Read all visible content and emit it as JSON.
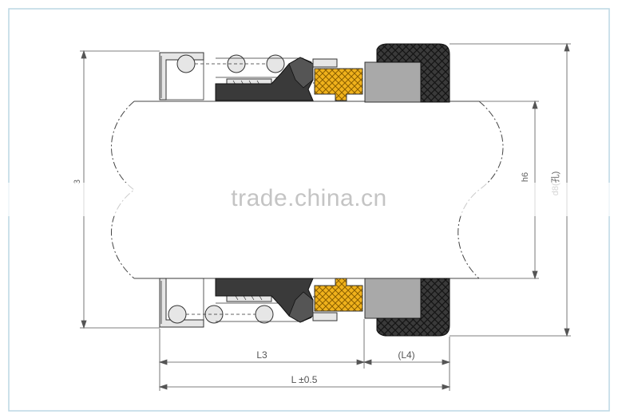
{
  "dimensions": {
    "d3": "3",
    "d_h6": "h6",
    "d_bore": "d8(孔)",
    "l3": "L3",
    "l4": "(L4)",
    "l_total": "L ±0.5"
  },
  "watermark": "trade.china.cn",
  "colors": {
    "frame": "#bcd7e4",
    "line": "#333333",
    "dark_part": "#3a3a3a",
    "face_yellow": "#f0b21c",
    "seat_gray": "#a9a9a9",
    "metal": "#e6e6e6"
  }
}
